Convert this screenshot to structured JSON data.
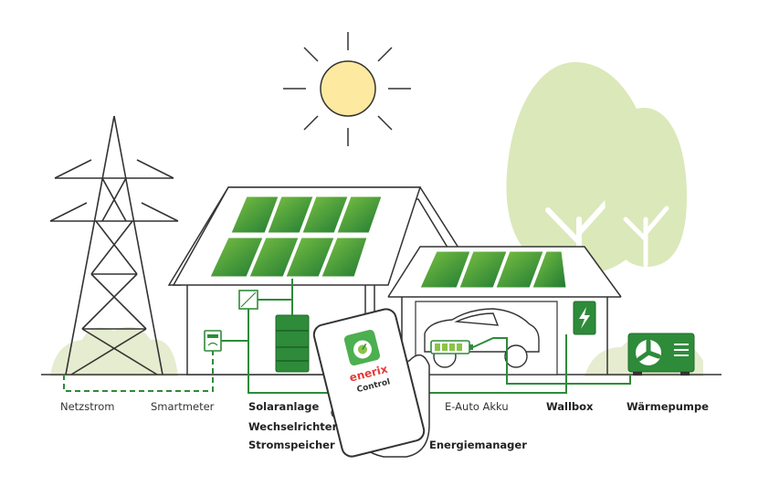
{
  "labels": {
    "netzstrom": "Netzstrom",
    "smartmeter": "Smartmeter",
    "solaranlage": "Solaranlage",
    "wechselrichter": "Wechselrichter",
    "stromspeicher": "Stromspeicher",
    "energiemanager": "Energiemanager",
    "e_auto_akku": "E-Auto Akku",
    "wallbox": "Wallbox",
    "waermepumpe": "Wärmepumpe"
  },
  "app": {
    "brand": "enerix",
    "product": "Control"
  },
  "colors": {
    "green_dark": "#2e8b3a",
    "green_mid": "#4caf50",
    "green_light": "#8bc34a",
    "tree_green": "#d9e8b8",
    "sun_yellow": "#fde9a0",
    "line_dark": "#333333"
  }
}
